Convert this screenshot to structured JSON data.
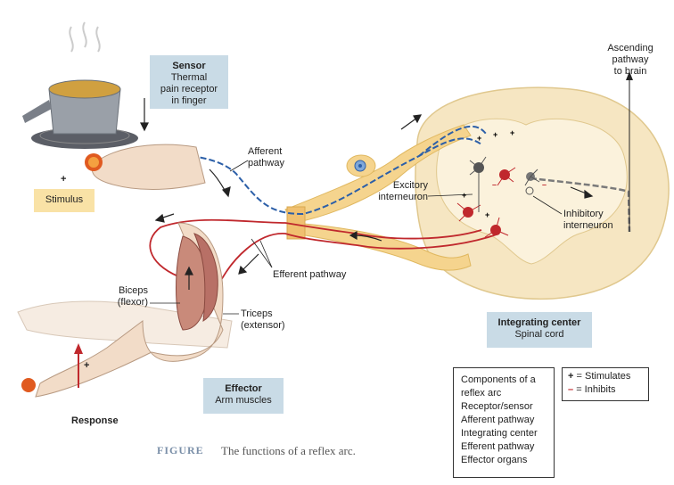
{
  "labels": {
    "ascending": [
      "Ascending",
      "pathway",
      "to brain"
    ],
    "afferent": [
      "Afferent",
      "pathway"
    ],
    "excitatory": [
      "Excitory",
      "interneuron"
    ],
    "inhibitory": [
      "Inhibitory",
      "interneuron"
    ],
    "efferent": "Efferent pathway",
    "biceps": [
      "Biceps",
      "(flexor)"
    ],
    "triceps": [
      "Triceps",
      "(extensor)"
    ],
    "response": "Response",
    "plus": "+"
  },
  "sensor": {
    "title": "Sensor",
    "lines": [
      "Thermal",
      "pain receptor",
      "in finger"
    ]
  },
  "stimulus": "Stimulus",
  "integrating": {
    "title": "Integrating center",
    "subtitle": "Spinal cord"
  },
  "effector": {
    "title": "Effector",
    "subtitle": "Arm muscles"
  },
  "components": {
    "title_lines": [
      "Components of a",
      "reflex arc"
    ],
    "items": [
      "Receptor/sensor",
      "Afferent pathway",
      "Integrating center",
      "Efferent pathway",
      "Effector organs"
    ]
  },
  "legend": {
    "stimulates_symbol": "+",
    "stimulates": "= Stimulates",
    "inhibits_symbol": "–",
    "inhibits": "= Inhibits"
  },
  "caption": {
    "label": "FIGURE",
    "text": "The functions of a reflex arc."
  },
  "colors": {
    "afferent": "#2c5fa8",
    "efferent": "#c0282d",
    "cord": "#f6e6c2",
    "nerve": "#f5d48e",
    "gray": "#7a7a7a",
    "box": "#c9dbe6",
    "stimulus_box": "#f9e2a6"
  }
}
